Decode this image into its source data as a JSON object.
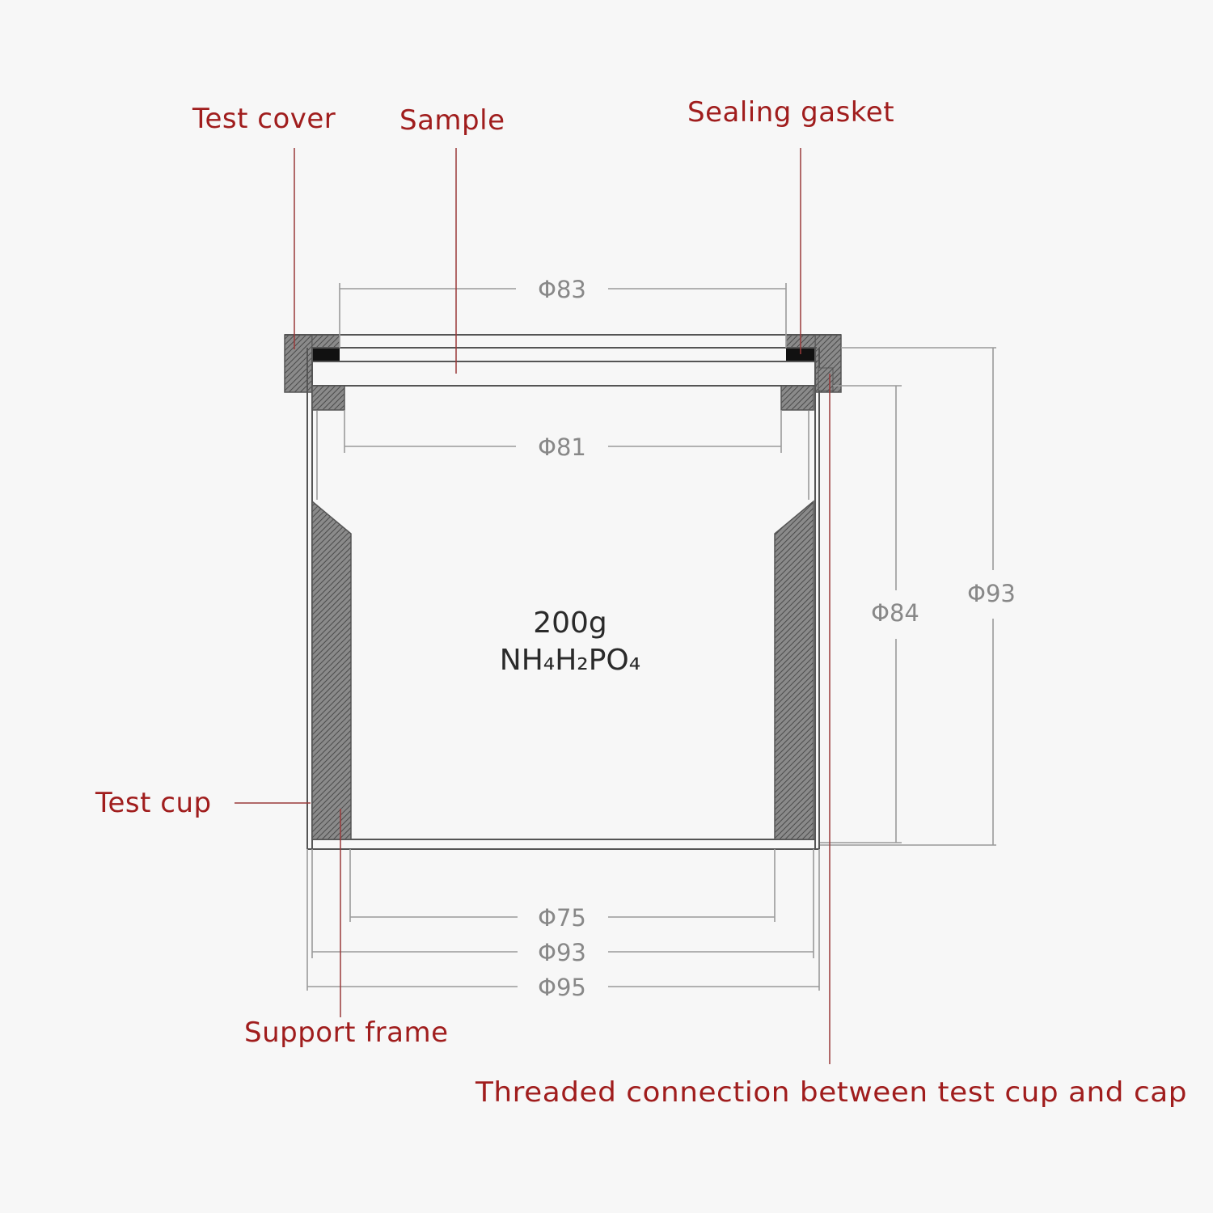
{
  "labels": {
    "test_cover": "Test cover",
    "sample": "Sample",
    "sealing_gasket": "Sealing gasket",
    "test_cup": "Test cup",
    "support_frame": "Support frame",
    "threaded_connection": "Threaded connection between test cup and cap"
  },
  "dimensions": {
    "top_opening": "Φ83",
    "inner_support": "Φ81",
    "inner_height": "Φ84",
    "outer_height": "Φ93",
    "bottom_inner": "Φ75",
    "bottom_cup": "Φ93",
    "bottom_outer": "Φ95"
  },
  "content": {
    "mass": "200g",
    "compound": "NH₄H₂PO₄"
  },
  "colors": {
    "callout": "#a01d1d",
    "dimension": "#888888",
    "hatch": "#6e6e6e"
  }
}
